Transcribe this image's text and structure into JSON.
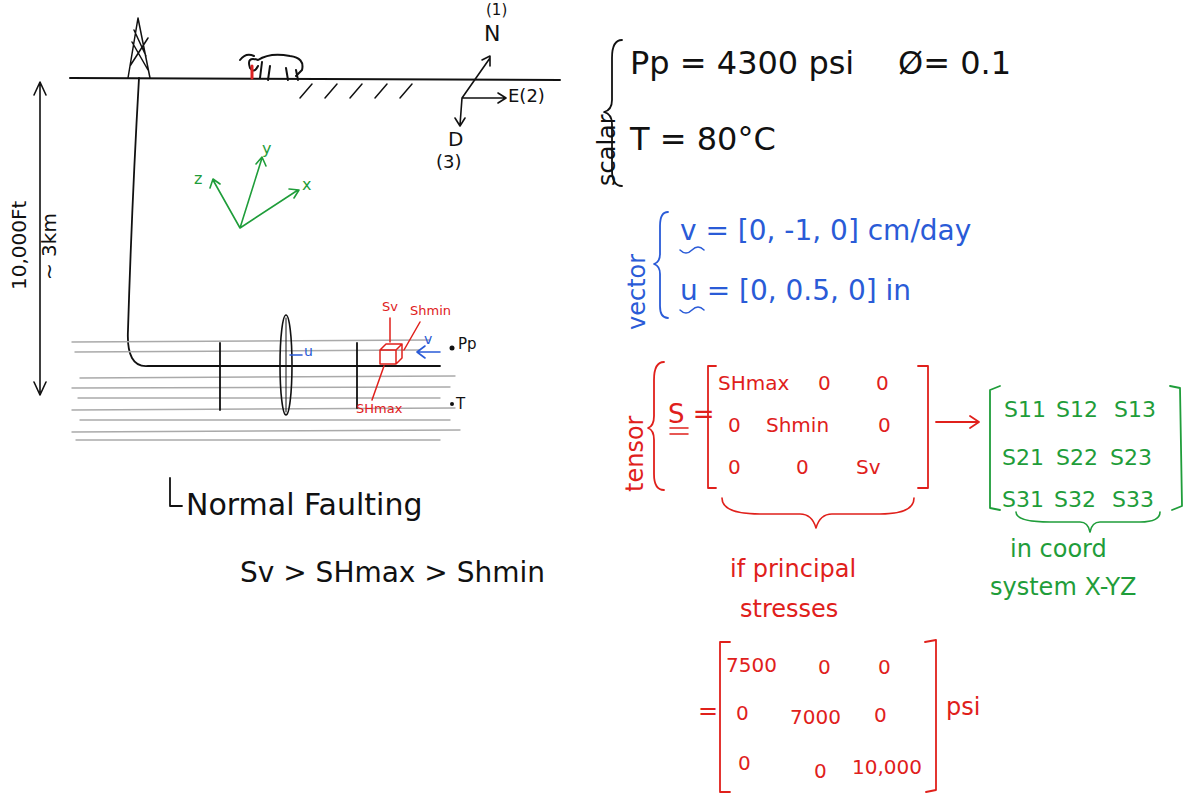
{
  "diagram": {
    "labels": [
      "(1)",
      "N",
      "E(2)",
      "D",
      "(3)",
      "10,000Ft",
      "~ 3km",
      "z",
      "y",
      "x",
      "Sv",
      "Shmin",
      "Pp",
      "v",
      "u",
      "SHmax",
      "T",
      "Normal Faulting",
      "Sv > SHmax > Shmin",
      "scalar",
      "Pp = 4300 psi",
      "Ø= 0.1",
      "T = 80°C",
      "vector",
      "v = [0, -1, 0] cm/day",
      "u = [0, 0.5, 0] in",
      "tensor",
      "S =",
      "SHmax",
      "0",
      "0",
      "0",
      "Shmin",
      "0",
      "0",
      "0",
      "Sv",
      "S11",
      "S12",
      "S13",
      "S21",
      "S22",
      "S23",
      "S31",
      "S32",
      "S33",
      "in coord",
      "system X-YZ",
      "if principal",
      "stresses",
      "=",
      "7500",
      "0",
      "0",
      "0",
      "7000",
      "0",
      "0",
      "0",
      "10,000",
      "psi"
    ]
  }
}
